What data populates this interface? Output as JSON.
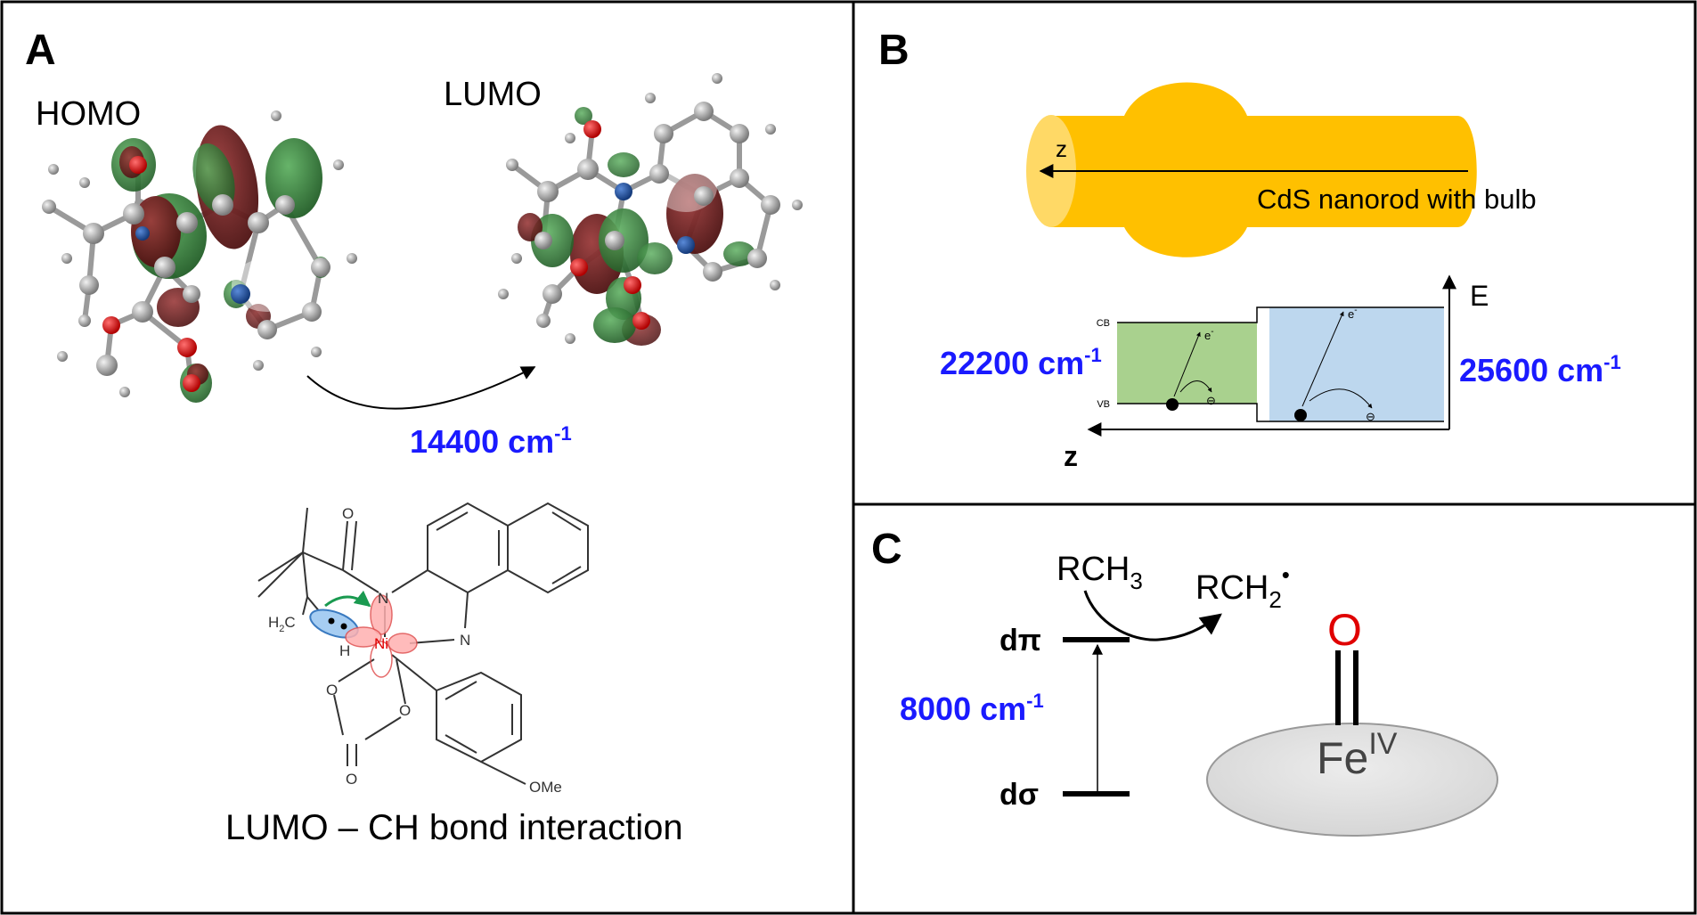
{
  "panel_a": {
    "letter": "A",
    "homo_label": "HOMO",
    "lumo_label": "LUMO",
    "transition_energy": "14400 cm",
    "transition_exponent": "-1",
    "caption": "LUMO – CH bond interaction",
    "structure_labels": {
      "carbonyl_o": "O",
      "amide_n": "N",
      "quinoline_n": "N",
      "ch2": "H",
      "ch2_sub": "2",
      "ch2_c": "C",
      "h": "H",
      "ni": "Ni",
      "carbonate_o1": "O",
      "carbonate_o2": "O",
      "carbonate_o3": "O",
      "ome": "OMe"
    }
  },
  "panel_b": {
    "letter": "B",
    "rod_axis_label": "z",
    "rod_label": "CdS nanorod with bulb",
    "energy_axis": "E",
    "z_axis": "z",
    "cb": "CB",
    "vb": "VB",
    "electron": "e",
    "electron_sup": "-",
    "hole": "⊖",
    "left_gap": "22200 cm",
    "right_gap": "25600 cm",
    "exponent": "-1"
  },
  "panel_c": {
    "letter": "C",
    "reactant": "RCH",
    "reactant_sub": "3",
    "product": "RCH",
    "product_sub": "2",
    "radical_dot": "•",
    "d_pi": "dπ",
    "d_sigma": "dσ",
    "gap": "8000 cm",
    "gap_exponent": "-1",
    "oxo": "O",
    "metal": "Fe",
    "oxidation_state": "IV"
  },
  "colors": {
    "orb_red": "#5a1a1a",
    "orb_green": "#2f7a35",
    "rod": "#ffc000",
    "rod_end": "#ffd966",
    "band_green": "#a9d18e",
    "band_blue": "#bdd7ee",
    "accent_blue": "#1a1aff",
    "ni_red": "#e00000"
  }
}
